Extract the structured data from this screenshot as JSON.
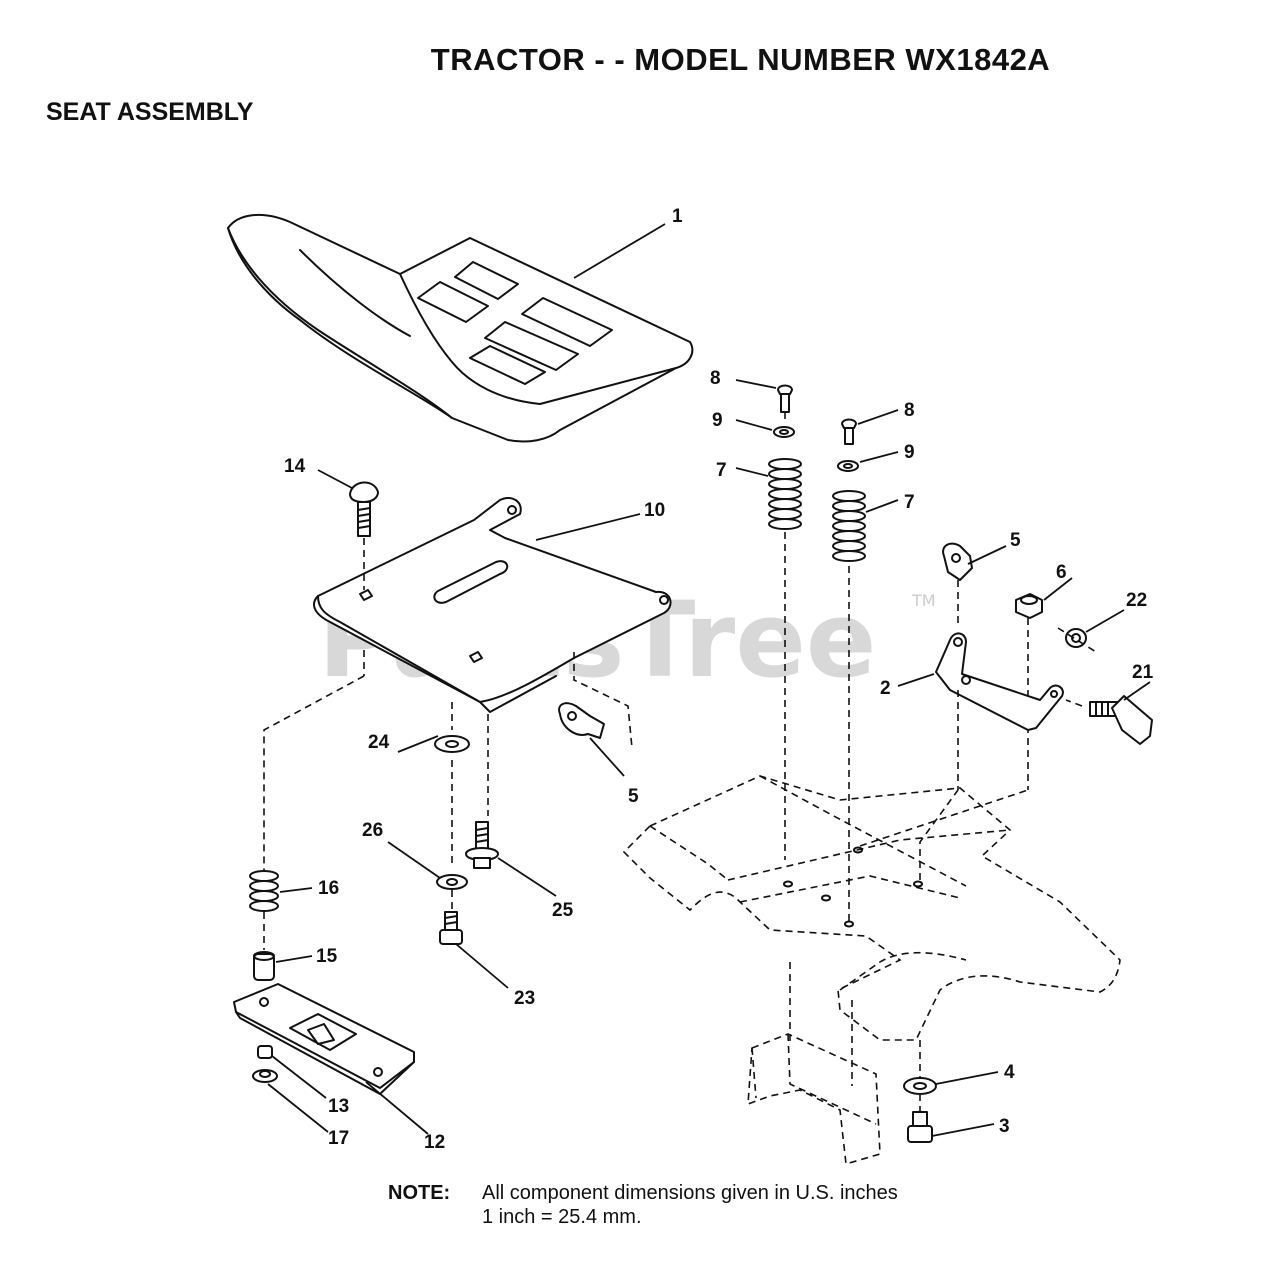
{
  "title": "TRACTOR - - MODEL NUMBER WX1842A",
  "section": "SEAT ASSEMBLY",
  "watermark": "PartsTree",
  "watermark_tm": "TM",
  "note": {
    "label": "NOTE:",
    "line1": "All component dimensions given in U.S. inches",
    "line2": "1 inch = 25.4 mm."
  },
  "callouts": [
    {
      "id": "c1",
      "text": "1"
    },
    {
      "id": "c2",
      "text": "2"
    },
    {
      "id": "c3",
      "text": "3"
    },
    {
      "id": "c4",
      "text": "4"
    },
    {
      "id": "c5a",
      "text": "5"
    },
    {
      "id": "c5b",
      "text": "5"
    },
    {
      "id": "c6",
      "text": "6"
    },
    {
      "id": "c7a",
      "text": "7"
    },
    {
      "id": "c7b",
      "text": "7"
    },
    {
      "id": "c8a",
      "text": "8"
    },
    {
      "id": "c8b",
      "text": "8"
    },
    {
      "id": "c9a",
      "text": "9"
    },
    {
      "id": "c9b",
      "text": "9"
    },
    {
      "id": "c10",
      "text": "10"
    },
    {
      "id": "c12",
      "text": "12"
    },
    {
      "id": "c13",
      "text": "13"
    },
    {
      "id": "c14",
      "text": "14"
    },
    {
      "id": "c15",
      "text": "15"
    },
    {
      "id": "c16",
      "text": "16"
    },
    {
      "id": "c17",
      "text": "17"
    },
    {
      "id": "c21",
      "text": "21"
    },
    {
      "id": "c22",
      "text": "22"
    },
    {
      "id": "c23",
      "text": "23"
    },
    {
      "id": "c24",
      "text": "24"
    },
    {
      "id": "c25",
      "text": "25"
    },
    {
      "id": "c26",
      "text": "26"
    }
  ]
}
